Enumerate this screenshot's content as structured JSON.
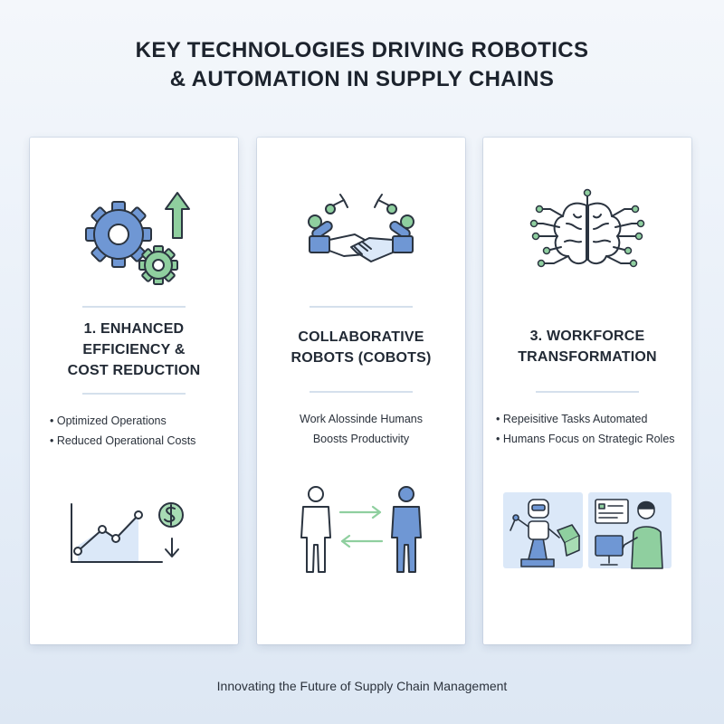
{
  "title": {
    "line1": "KEY TECHNOLOGIES DRIVING ROBOTICS",
    "line2": "& AUTOMATION IN SUPPLY CHAINS"
  },
  "cards": [
    {
      "icon": "gears-arrow-up-icon",
      "heading_lines": [
        "1. ENHANCED",
        "EFFICIENCY &",
        "COST REDUCTION"
      ],
      "bullets": [
        "Optimized Operations",
        "Reduced Operational Costs"
      ],
      "illustration": "line-chart-dollar-down-icon"
    },
    {
      "icon": "robot-arms-handshake-icon",
      "heading_lines": [
        "COLLABORATIVE",
        "ROBOTS (COBOTS)"
      ],
      "lines": [
        "Work Alossinde Humans",
        "Boosts Productivity"
      ],
      "illustration": "two-people-exchange-arrows-icon"
    },
    {
      "icon": "circuit-brain-icon",
      "heading_lines": [
        "3. WORKFORCE",
        "TRANSFORMATION"
      ],
      "bullets": [
        "Repeisitive Tasks Automated",
        "Humans Focus on Strategic Roles"
      ],
      "illustration": "robot-and-worker-panels-icon"
    }
  ],
  "footer": "Innovating the Future of Supply Chain Management",
  "colors": {
    "blue": "#6f97d4",
    "green": "#8fcf9f",
    "stroke": "#2b3440"
  }
}
